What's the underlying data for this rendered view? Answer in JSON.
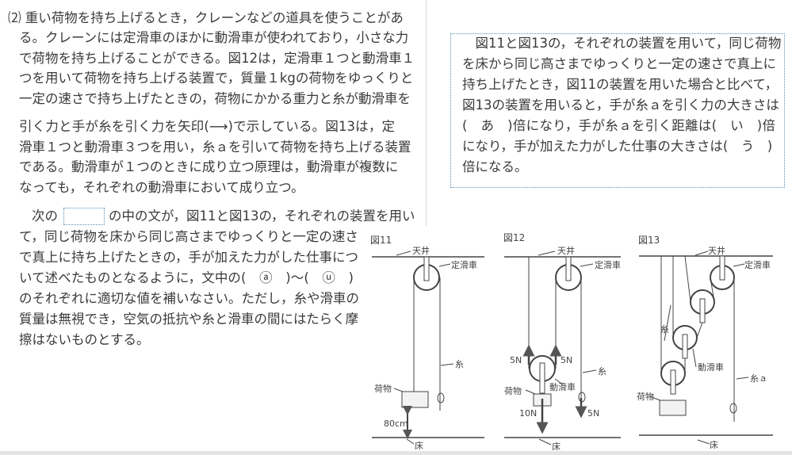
{
  "question": {
    "lines": [
      "⑵ 重い荷物を持ち上げるとき，クレーンなどの道具を使うことがあ",
      "る。クレーンには定滑車のほかに動滑車が使われており，小さな力",
      "で荷物を持ち上げることができる。図12は，定滑車１つと動滑車１",
      "つを用いて荷物を持ち上げる装置で，質量１kgの荷物をゆっくりと",
      "一定の速さで持ち上げたときの，荷物にかかる重力と糸が動滑車を",
      "引く力と手が糸を引く力を矢印(⟶)で示している。図13は，定",
      "滑車１つと動滑車３つを用い，糸ａを引いて荷物を持ち上げる装置",
      "である。動滑車が１つのときに成り立つ原理は，動滑車が複数に",
      "なっても，それぞれの動滑車において成り立つ。"
    ],
    "instruction_first_prefix": "次の",
    "instruction_first_suffix": "の中の文が，図11と図13の，それぞれの装置を用い",
    "instruction_lines": [
      "て，同じ荷物を床から同じ高さまでゆっくりと一定の速さ",
      "で真上に持ち上げたときの，手が加えた力がした仕事につ",
      "いて述べたものとなるように，文中の(　ⓐ　)～(　ⓤ　)",
      "のそれぞれに適切な値を補いなさい。ただし，糸や滑車の",
      "質量は無視でき，空気の抵抗や糸と滑車の間にはたらく摩",
      "擦はないものとする。"
    ]
  },
  "box": {
    "lines": [
      "　図11と図13の，それぞれの装置を用いて，同じ荷物",
      "を床から同じ高さまでゆっくりと一定の速さで真上に",
      "持ち上げたとき，図11の装置を用いた場合と比べて，",
      "図13の装置を用いると，手が糸ａを引く力の大きさは",
      "(　あ　)倍になり，手が糸ａを引く距離は(　い　)倍",
      "になり，手が加えた力がした仕事の大きさは(　う　)",
      "倍になる。"
    ]
  },
  "figures": {
    "fig11": {
      "title": "図11",
      "ceiling": "天井",
      "fixed_pulley": "定滑車",
      "string": "糸",
      "load": "荷物",
      "height": "80cm",
      "floor": "床"
    },
    "fig12": {
      "title": "図12",
      "ceiling": "天井",
      "fixed_pulley": "定滑車",
      "string": "糸",
      "load": "荷物",
      "moving_pulley": "動滑車",
      "force_left": "5N",
      "force_right": "5N",
      "gravity": "10N",
      "hand_force": "5N",
      "floor": "床"
    },
    "fig13": {
      "title": "図13",
      "ceiling": "天井",
      "fixed_pulley": "定滑車",
      "string": "糸",
      "moving_pulley": "動滑車",
      "string_a": "糸ａ",
      "load": "荷物",
      "floor": "床"
    }
  }
}
